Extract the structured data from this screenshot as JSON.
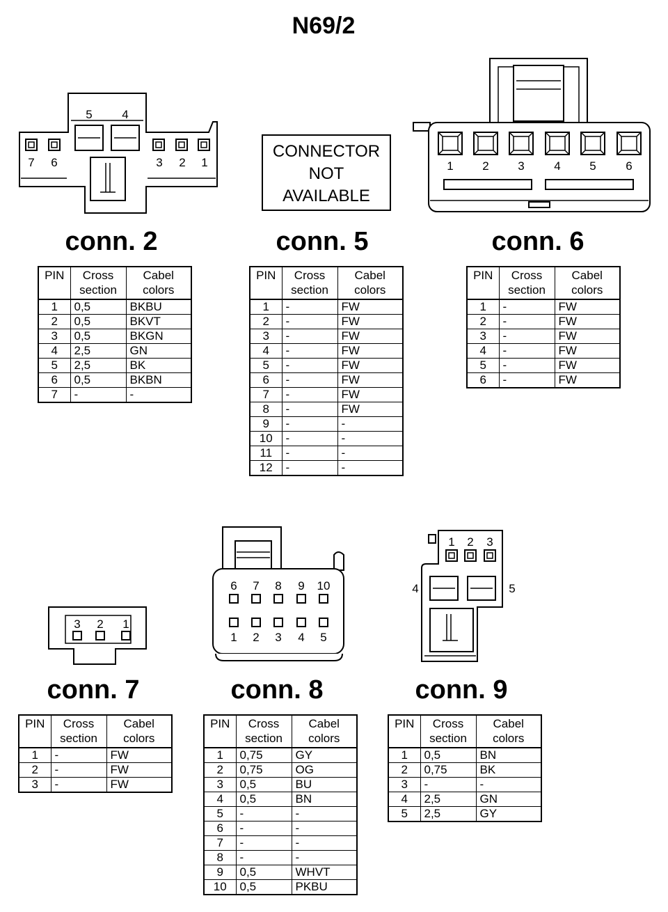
{
  "title": "N69/2",
  "not_available": [
    "CONNECTOR",
    "NOT",
    "AVAILABLE"
  ],
  "headers": {
    "pin": "PIN",
    "cross": [
      "Cross",
      "section"
    ],
    "cabel": [
      "Cabel",
      "colors"
    ]
  },
  "diagram_labels": {
    "conn2": [
      "5",
      "4",
      "7",
      "6",
      "3",
      "2",
      "1"
    ],
    "conn6": [
      "1",
      "2",
      "3",
      "4",
      "5",
      "6"
    ],
    "conn7": [
      "3",
      "2",
      "1"
    ],
    "conn8": [
      "6",
      "7",
      "8",
      "9",
      "10",
      "1",
      "2",
      "3",
      "4",
      "5"
    ],
    "conn9": [
      "1",
      "2",
      "3",
      "4",
      "5"
    ]
  },
  "connectors": [
    {
      "id": "conn2",
      "label": "conn. 2",
      "rows": [
        [
          "1",
          "0,5",
          "BKBU"
        ],
        [
          "2",
          "0,5",
          "BKVT"
        ],
        [
          "3",
          "0,5",
          "BKGN"
        ],
        [
          "4",
          "2,5",
          "GN"
        ],
        [
          "5",
          "2,5",
          "BK"
        ],
        [
          "6",
          "0,5",
          "BKBN"
        ],
        [
          "7",
          "-",
          "-"
        ]
      ]
    },
    {
      "id": "conn5",
      "label": "conn. 5",
      "rows": [
        [
          "1",
          "-",
          "FW"
        ],
        [
          "2",
          "-",
          "FW"
        ],
        [
          "3",
          "-",
          "FW"
        ],
        [
          "4",
          "-",
          "FW"
        ],
        [
          "5",
          "-",
          "FW"
        ],
        [
          "6",
          "-",
          "FW"
        ],
        [
          "7",
          "-",
          "FW"
        ],
        [
          "8",
          "-",
          "FW"
        ],
        [
          "9",
          "-",
          "-"
        ],
        [
          "10",
          "-",
          "-"
        ],
        [
          "11",
          "-",
          "-"
        ],
        [
          "12",
          "-",
          "-"
        ]
      ]
    },
    {
      "id": "conn6",
      "label": "conn. 6",
      "rows": [
        [
          "1",
          "-",
          "FW"
        ],
        [
          "2",
          "-",
          "FW"
        ],
        [
          "3",
          "-",
          "FW"
        ],
        [
          "4",
          "-",
          "FW"
        ],
        [
          "5",
          "-",
          "FW"
        ],
        [
          "6",
          "-",
          "FW"
        ]
      ]
    },
    {
      "id": "conn7",
      "label": "conn. 7",
      "rows": [
        [
          "1",
          "-",
          "FW"
        ],
        [
          "2",
          "-",
          "FW"
        ],
        [
          "3",
          "-",
          "FW"
        ]
      ]
    },
    {
      "id": "conn8",
      "label": "conn. 8",
      "rows": [
        [
          "1",
          "0,75",
          "GY"
        ],
        [
          "2",
          "0,75",
          "OG"
        ],
        [
          "3",
          "0,5",
          "BU"
        ],
        [
          "4",
          "0,5",
          "BN"
        ],
        [
          "5",
          "-",
          "-"
        ],
        [
          "6",
          "-",
          "-"
        ],
        [
          "7",
          "-",
          "-"
        ],
        [
          "8",
          "-",
          "-"
        ],
        [
          "9",
          "0,5",
          "WHVT"
        ],
        [
          "10",
          "0,5",
          "PKBU"
        ]
      ]
    },
    {
      "id": "conn9",
      "label": "conn. 9",
      "rows": [
        [
          "1",
          "0,5",
          "BN"
        ],
        [
          "2",
          "0,75",
          "BK"
        ],
        [
          "3",
          "-",
          "-"
        ],
        [
          "4",
          "2,5",
          "GN"
        ],
        [
          "5",
          "2,5",
          "GY"
        ]
      ]
    }
  ]
}
